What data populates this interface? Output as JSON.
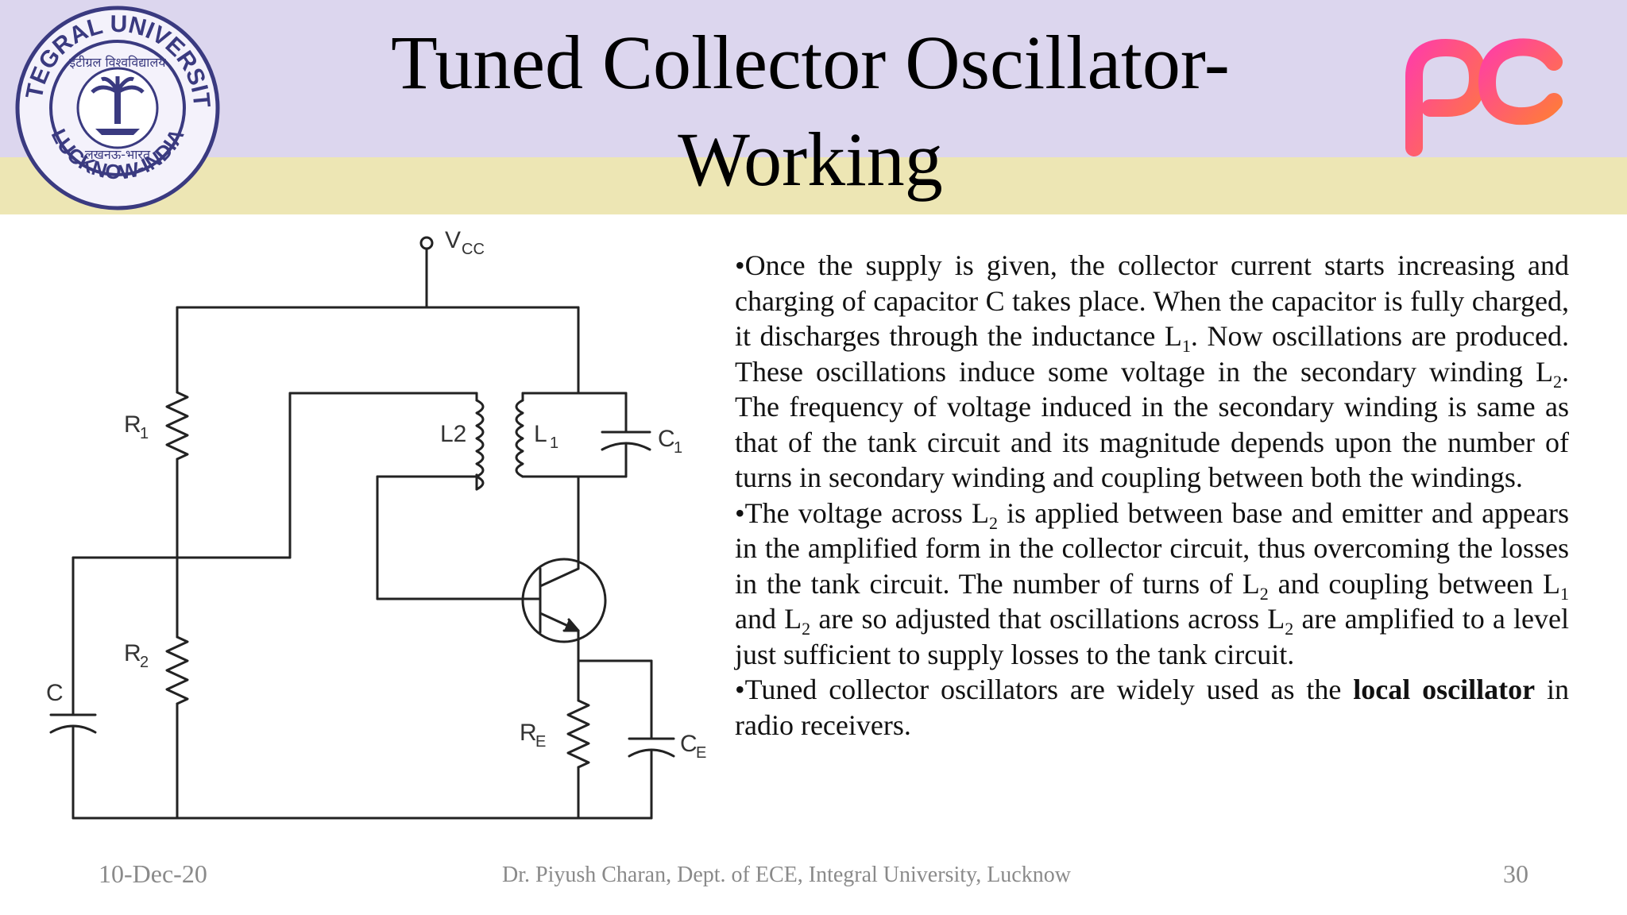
{
  "slide": {
    "title_line1": "Tuned Collector Oscillator-",
    "title_line2": "Working"
  },
  "logo_left": {
    "ring_top_text": "INTEGRAL UNIVERSITY",
    "ring_bottom_text": "LUCKNOW-INDIA",
    "inner_text_hindi": "इंटीग्रल विश्वविद्यालय",
    "inner_bottom_hindi": "लखनऊ-भारत"
  },
  "logo_right": {
    "text": "pc"
  },
  "circuit": {
    "vcc_label": "V",
    "vcc_sub": "CC",
    "r1_label": "R",
    "r1_sub": "1",
    "r2_label": "R",
    "r2_sub": "2",
    "c_label": "C",
    "l2_label": "L2",
    "l1_label": "L",
    "l1_sub": "1",
    "c1_label": "C",
    "c1_sub": "1",
    "re_label": "R",
    "re_sub": "E",
    "ce_label": "C",
    "ce_sub": "E"
  },
  "body": {
    "p1_a": "•Once the supply is given, the collector current starts increasing and charging of capacitor C takes place. When the capacitor is fully charged, it discharges through the inductance L",
    "p1_sub1": "1",
    "p1_b": ". Now oscillations are produced. These oscillations induce some voltage in the secondary winding L",
    "p1_sub2": "2",
    "p1_c": ". The frequency of voltage induced in the secondary winding is same as that of the tank circuit and its magnitude depends upon the number of turns in secondary winding and coupling between both the windings.",
    "p2_a": "•The voltage across L",
    "p2_sub1": "2",
    "p2_b": " is applied between base and emitter and appears in the amplified form in the collector circuit, thus overcoming the losses in the tank circuit. The number of turns of L",
    "p2_sub2": "2",
    "p2_c": " and coupling between L",
    "p2_sub3": "1",
    "p2_d": " and L",
    "p2_sub4": "2",
    "p2_e": " are so adjusted that oscillations across L",
    "p2_sub5": "2",
    "p2_f": " are amplified to a level just sufficient to supply losses to the tank circuit.",
    "p3_a": "•Tuned collector oscillators are widely used as the ",
    "p3_bold": "local oscillator",
    "p3_b": " in radio receivers."
  },
  "footer": {
    "date": "10-Dec-20",
    "author": "Dr. Piyush Charan, Dept. of ECE, Integral University, Lucknow",
    "page": "30"
  },
  "colors": {
    "header_purple": "#dcd6ee",
    "header_yellow": "#ede6b4",
    "logo_navy": "#3a3a80",
    "pc_pink": "#ff3fa4",
    "pc_orange": "#ff7a3c"
  }
}
